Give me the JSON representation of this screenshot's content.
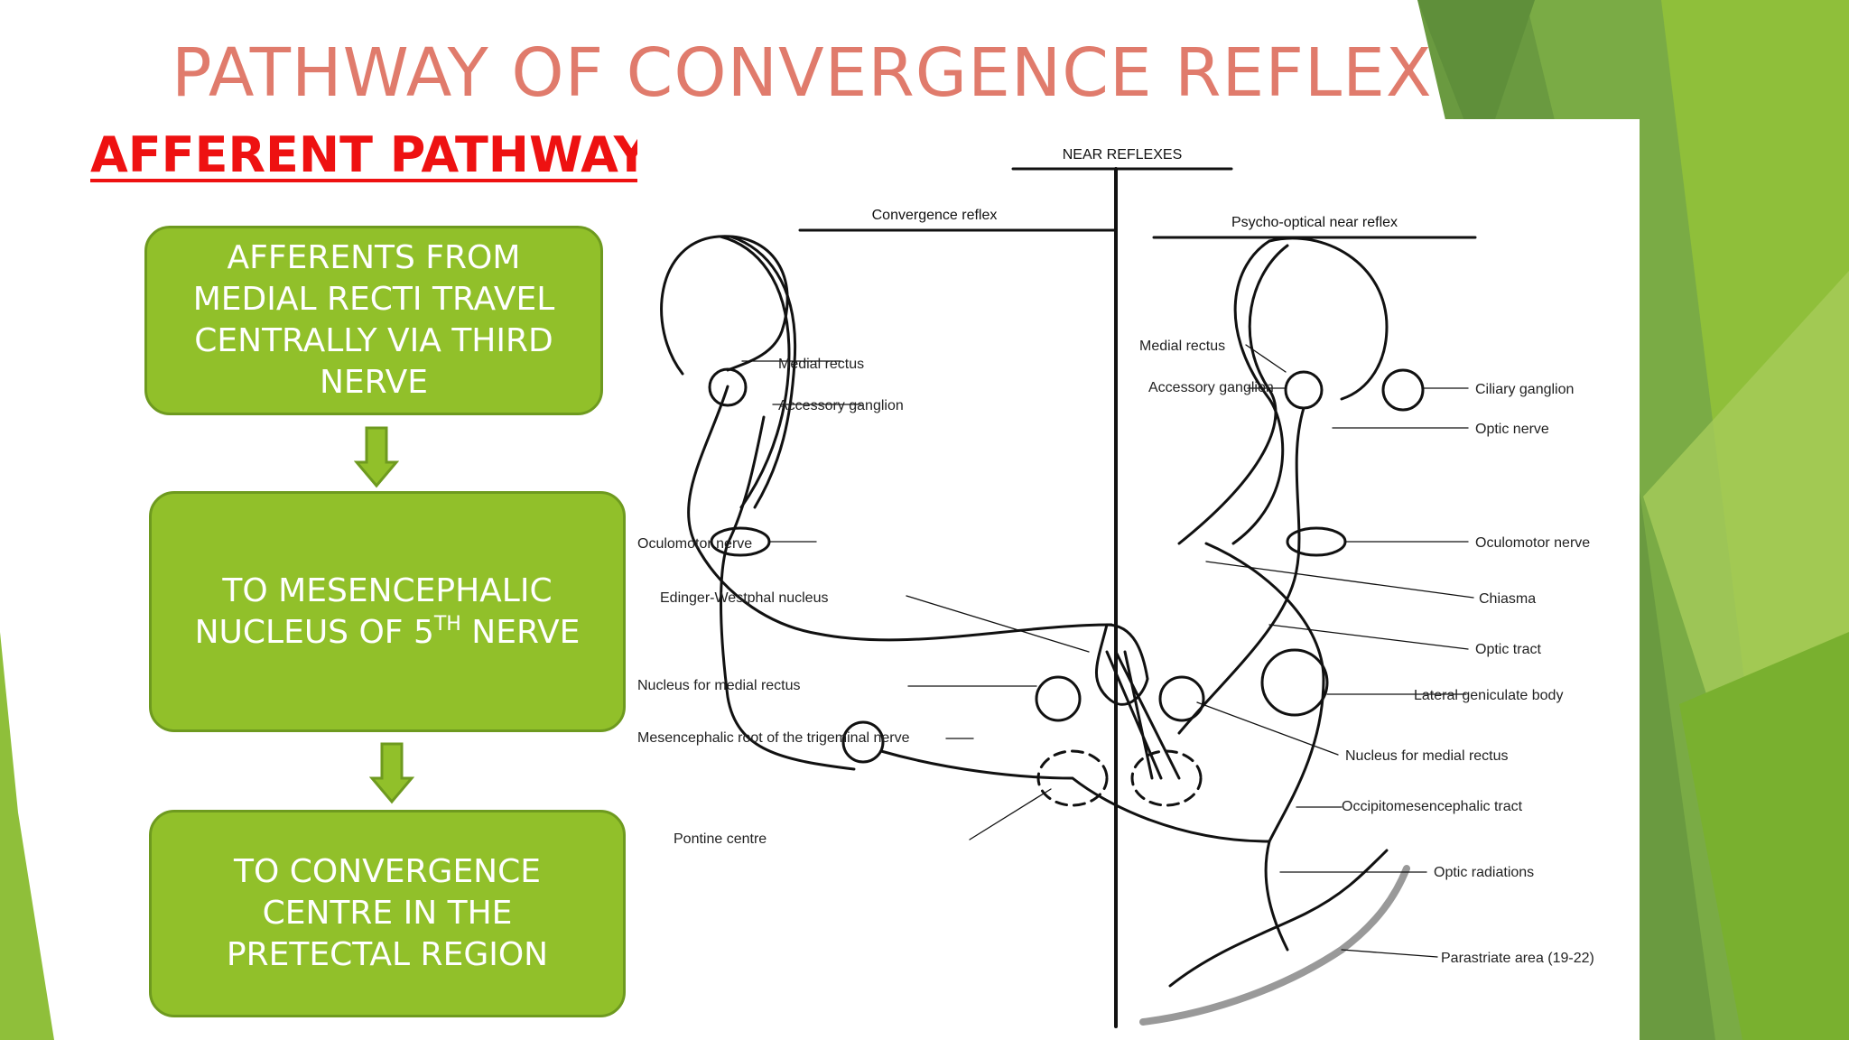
{
  "slide": {
    "title": "PATHWAY OF CONVERGENCE REFLEX",
    "subtitle": "AFFERENT PATHWAY:-",
    "colors": {
      "title": "#e07b6c",
      "subtitle": "#ee1111",
      "box_fill": "#91c02a",
      "box_border": "#6e9a1f",
      "deco_green": "#6f9e44"
    }
  },
  "flow": {
    "box1": "AFFERENTS FROM MEDIAL RECTI TRAVEL CENTRALLY VIA THIRD NERVE",
    "box2_main": "TO MESENCEPHALIC NUCLEUS OF 5",
    "box2_sup": "TH",
    "box2_end": " NERVE",
    "box3": "TO CONVERGENCE CENTRE IN THE PRETECTAL REGION",
    "arrow_icon": "down-arrow-icon"
  },
  "diagram": {
    "header": "NEAR REFLEXES",
    "left_header": "Convergence reflex",
    "right_header": "Psycho-optical near reflex",
    "labels": {
      "medial_rectus_l": "Medial rectus",
      "accessory_ganglion_l": "Accessory ganglion",
      "oculomotor_nerve_l": "Oculomotor nerve",
      "edinger_westphal": "Edinger-Westphal nucleus",
      "nucleus_medial_rectus_l": "Nucleus for medial rectus",
      "mesencephalic_root": "Mesencephalic root of the trigeminal nerve",
      "pontine_centre": "Pontine centre",
      "medial_rectus_r": "Medial rectus",
      "accessory_ganglion_r": "Accessory ganglion",
      "ciliary_ganglion": "Ciliary ganglion",
      "optic_nerve": "Optic nerve",
      "oculomotor_nerve_r": "Oculomotor nerve",
      "chiasma": "Chiasma",
      "optic_tract": "Optic tract",
      "lateral_geniculate": "Lateral geniculate body",
      "nucleus_medial_rectus_r": "Nucleus for medial rectus",
      "occipitomesencephalic": "Occipitomesencephalic tract",
      "optic_radiations": "Optic radiations",
      "parastriate": "Parastriate area (19-22)"
    }
  }
}
